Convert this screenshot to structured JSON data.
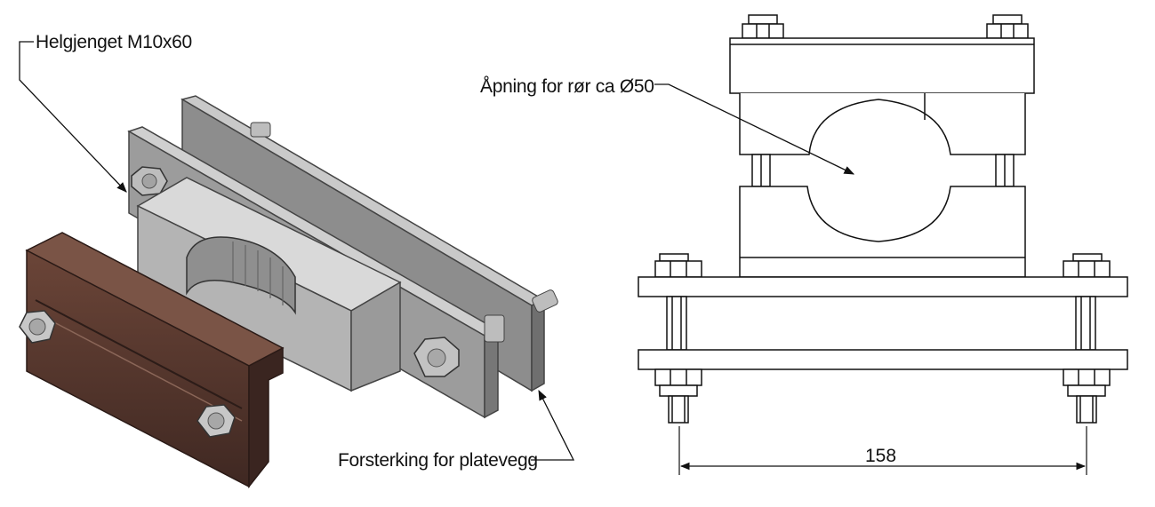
{
  "callouts": {
    "bolt": "Helgjenget M10x60",
    "opening": "Åpning for rør ca Ø50",
    "reinforcement": "Forsterking for platevegg"
  },
  "dimension": {
    "value": "158"
  },
  "colors": {
    "steel_light": "#cfcfcf",
    "steel_mid": "#a9a9a9",
    "steel_dark": "#7a7a7a",
    "brown_rail": "#5a3b30",
    "line": "#111111"
  }
}
